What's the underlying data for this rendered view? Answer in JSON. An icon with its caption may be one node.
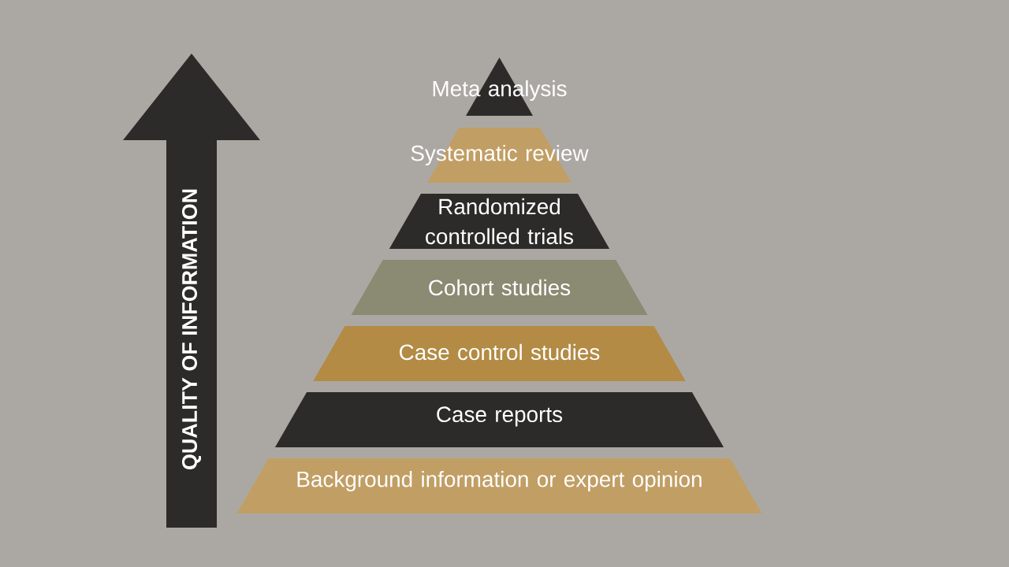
{
  "diagram": {
    "nodes": [
      {
        "text": [
          "QUALITY OF INFORMATION"
        ]
      },
      {
        "text": [
          "Meta analysis"
        ]
      },
      {
        "text": [
          "Systematic review"
        ]
      },
      {
        "text": [
          "Randomized controlled trials"
        ]
      },
      {
        "text": [
          "Cohort studies"
        ]
      },
      {
        "text": [
          "Case control studies"
        ]
      },
      {
        "text": [
          "Case reports"
        ]
      },
      {
        "text": [
          "Background information or expert opinion"
        ]
      }
    ]
  }
}
